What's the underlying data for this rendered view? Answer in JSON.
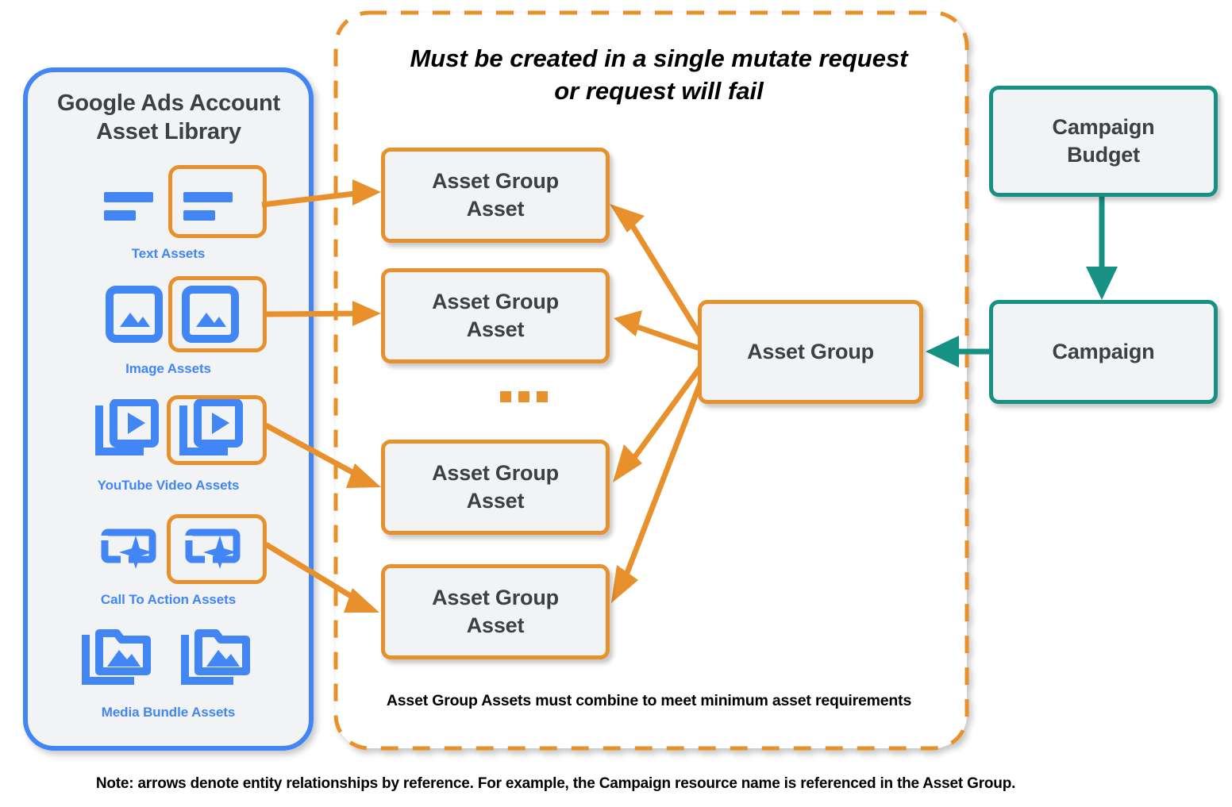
{
  "diagram": {
    "title_note": "Google Ads Performance Max asset relationship diagram",
    "colors": {
      "orange": "#e8912c",
      "blue": "#4285f4",
      "teal": "#169183",
      "box_fill": "#f1f3f4",
      "text_dark": "#3c4043"
    }
  },
  "sidebar": {
    "title_line1": "Google Ads Account",
    "title_line2": "Asset Library",
    "asset_types": [
      {
        "label": "Text Assets",
        "icon": "text-lines-icon",
        "highlighted": true
      },
      {
        "label": "Image Assets",
        "icon": "image-icon",
        "highlighted": true
      },
      {
        "label": "YouTube Video  Assets",
        "icon": "video-stack-icon",
        "highlighted": true
      },
      {
        "label": "Call To Action Assets",
        "icon": "call-to-action-icon",
        "highlighted": true
      },
      {
        "label": "Media Bundle  Assets",
        "icon": "media-bundle-icon",
        "highlighted": false
      }
    ]
  },
  "mutate_container": {
    "header_line1": "Must be created in a single mutate request",
    "header_line2": "or request will fail",
    "footer": "Asset Group Assets must combine to meet minimum asset requirements",
    "ellipsis": "...",
    "asset_group_assets": [
      {
        "line1": "Asset Group",
        "line2": "Asset"
      },
      {
        "line1": "Asset Group",
        "line2": "Asset"
      },
      {
        "line1": "Asset Group",
        "line2": "Asset"
      },
      {
        "line1": "Asset Group",
        "line2": "Asset"
      }
    ]
  },
  "nodes": {
    "asset_group": {
      "label": "Asset Group"
    },
    "campaign_budget": {
      "line1": "Campaign",
      "line2": "Budget"
    },
    "campaign": {
      "label": "Campaign"
    }
  },
  "footer": {
    "note": "Note: arrows denote entity relationships by reference. For example, the Campaign resource name is referenced in the Asset Group."
  }
}
